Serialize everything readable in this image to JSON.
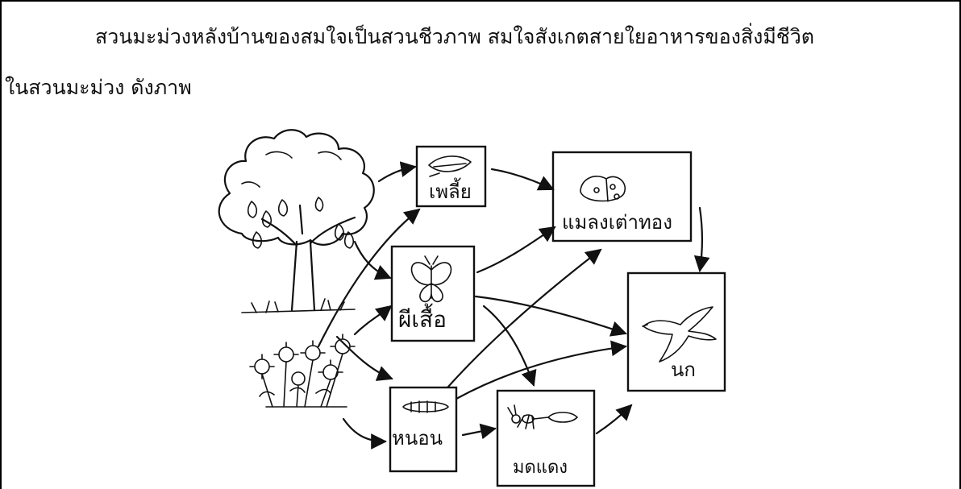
{
  "paragraph": {
    "line1": "สวนมะม่วงหลังบ้านของสมใจเป็นสวนชีวภาพ สมใจสังเกตสายใยอาหารของสิ่งมีชีวิต",
    "line2": "ในสวนมะม่วง  ดังภาพ"
  },
  "food_web": {
    "organisms": {
      "leafhopper": "เพลี้ย",
      "ladybug": "แมลงเต่าทอง",
      "butterfly": "ผีเสื้อ",
      "bird": "นก",
      "caterpillar": "หนอน",
      "red_ant": "มดแดง"
    },
    "producers": [
      "mango-tree",
      "flowers"
    ],
    "arrows": [
      [
        "mango-tree",
        "leafhopper"
      ],
      [
        "mango-tree",
        "butterfly"
      ],
      [
        "flowers",
        "leafhopper"
      ],
      [
        "flowers",
        "butterfly"
      ],
      [
        "flowers",
        "caterpillar"
      ],
      [
        "leafhopper",
        "ladybug"
      ],
      [
        "butterfly",
        "ladybug"
      ],
      [
        "butterfly",
        "bird"
      ],
      [
        "butterfly",
        "red_ant"
      ],
      [
        "caterpillar",
        "ladybug"
      ],
      [
        "caterpillar",
        "bird"
      ],
      [
        "caterpillar",
        "red_ant"
      ],
      [
        "ladybug",
        "bird"
      ],
      [
        "red_ant",
        "bird"
      ]
    ]
  }
}
